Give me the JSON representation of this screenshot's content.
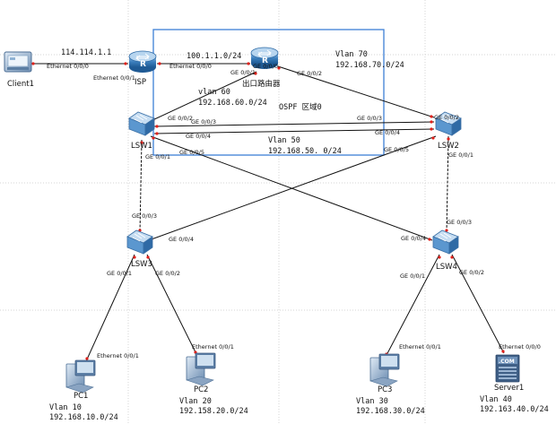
{
  "diagram": {
    "ospf_area_label": "OSPF 区域0",
    "devices": {
      "client1": {
        "label": "Client1"
      },
      "isp": {
        "label": "ISP"
      },
      "exit_router": {
        "label": "出口路由器"
      },
      "lsw1": {
        "label": "LSW1"
      },
      "lsw2": {
        "label": "LSW2"
      },
      "lsw3": {
        "label": "LSW3"
      },
      "lsw4": {
        "label": "LSW4"
      },
      "pc1": {
        "label": "PC1"
      },
      "pc2": {
        "label": "PC2"
      },
      "pc3": {
        "label": "PC3"
      },
      "server1": {
        "label": "Server1"
      }
    },
    "networks": {
      "client_isp": "114.114.1.1",
      "isp_exit": "100.1.1.0/24",
      "vlan70_name": "Vlan 70",
      "vlan70_net": "192.168.70.0/24",
      "vlan60_name": "vlan 60",
      "vlan60_net": "192.168.60.0/24",
      "vlan50_name": "Vlan 50",
      "vlan50_net": "192.168.50. 0/24",
      "vlan10_name": "Vlan 10",
      "vlan10_net": "192.168.10.0/24",
      "vlan20_name": "Vlan 20",
      "vlan20_net": "192.158.20.0/24",
      "vlan30_name": "Vlan 30",
      "vlan30_net": "192.168.30.0/24",
      "vlan40_name": "Vlan 40",
      "vlan40_net": "192.163.40.0/24"
    },
    "ports": {
      "client1_e000": "Ethernet 0/0/0",
      "isp_e001": "Ethernet 0/0/1",
      "isp_e000": "Ethernet 0/0/0",
      "exit_ge001": "GE 0/0/1",
      "exit_ge000": "GE 0/0/0",
      "exit_ge002": "GE 0/0/2",
      "lsw1_ge002": "GE 0/0/2",
      "lsw1_ge003": "GE 0/0/3",
      "lsw1_ge004": "GE 0/0/4",
      "lsw1_ge005": "GE 0/0/5",
      "lsw1_ge001": "GE 0/0/1",
      "lsw2_ge002": "GE 0/0/2",
      "lsw2_ge003": "GE 0/0/3",
      "lsw2_ge004": "GE 0/0/4",
      "lsw2_ge005": "GE 0/0/5",
      "lsw2_ge001": "GE 0/0/1",
      "lsw3_ge003": "GE 0/0/3",
      "lsw3_ge004": "GE 0/0/4",
      "lsw3_ge001": "GE 0/0/1",
      "lsw3_ge002": "GE 0/0/2",
      "lsw4_ge003": "GE 0/0/3",
      "lsw4_ge004": "GE 0/0/4",
      "lsw4_ge001": "GE 0/0/1",
      "lsw4_ge002": "GE 0/0/2",
      "pc1_e001": "Ethernet 0/0/1",
      "pc2_e001": "Ethernet 0/0/1",
      "pc3_e001": "Ethernet 0/0/1",
      "server1_e000": "Ethernet 0/0/0"
    }
  },
  "colors": {
    "link": "#111111",
    "port_dot": "#e0201a",
    "ospf_box": "#3d7fd6",
    "grid": "#d4d4d4",
    "router_body": "#3c7fbd",
    "switch_body": "#5b97cf"
  }
}
